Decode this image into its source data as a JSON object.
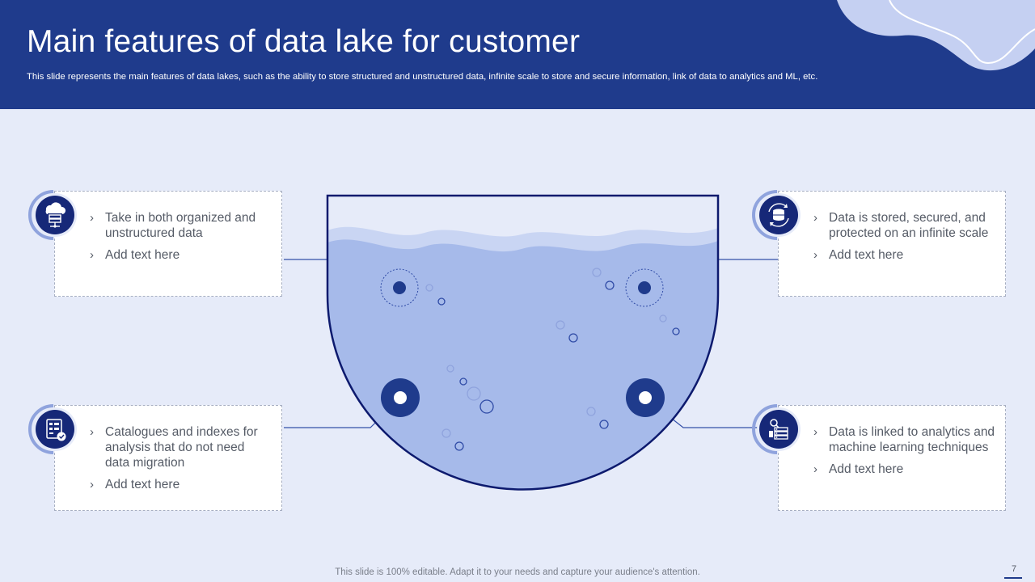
{
  "header": {
    "title": "Main features of data lake for customer",
    "subtitle": "This slide represents the main features of data lakes, such as the ability to store structured and unstructured data, infinite scale to store and secure information, link of data to analytics and ML, etc."
  },
  "colors": {
    "header_bg": "#1F3B8C",
    "page_bg": "#E6EBF9",
    "water": "#A6BAEA",
    "lake_outline": "#0D1A6E",
    "icon_circle": "#162878"
  },
  "features": [
    {
      "icon": "cloud-database-icon",
      "text": "Take in both organized and unstructured  data",
      "placeholder": "Add text here"
    },
    {
      "icon": "secure-storage-icon",
      "text": "Data is stored, secured, and protected on an infinite scale",
      "placeholder": "Add text here"
    },
    {
      "icon": "catalogue-checklist-icon",
      "text": "Catalogues and indexes for analysis that do not need data migration",
      "placeholder": "Add text here"
    },
    {
      "icon": "analytics-servers-icon",
      "text": "Data is linked to analytics and machine learning techniques",
      "placeholder": "Add text here"
    }
  ],
  "footer": {
    "note": "This slide is 100% editable. Adapt it to your needs and capture your audience's attention.",
    "page_number": "7"
  }
}
